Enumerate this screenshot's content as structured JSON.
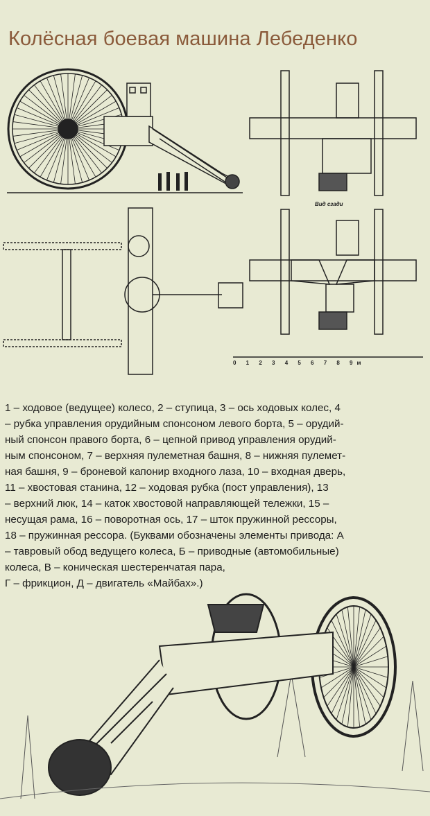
{
  "title": "Колёсная боевая машина Лебеденко",
  "diagram": {
    "scale_label": "0 1 2 3 4 5 6 7 8 9м",
    "rear_view_label": "Вид сзади"
  },
  "legend": {
    "lines": [
      "1 – ходовое (ведущее) колесо, 2 – ступица, 3 – ось ходовых колес, 4",
      "– рубка управления орудийным спонсоном левого борта, 5 – орудий-",
      "ный спонсон правого борта, 6 – цепной привод управления орудий-",
      "ным спонсоном, 7 – верхняя пулеметная башня, 8 – нижняя пулемет-",
      "ная башня, 9 – броневой капонир входного лаза, 10 – входная дверь,",
      "11 – хвостовая станина, 12 – ходовая рубка (пост управления), 13",
      "– верхний люк, 14 – каток хвостовой направляющей тележки, 15 –",
      "несущая рама, 16 – поворотная ось, 17 – шток пружинной рессоры,",
      "18 – пружинная рессора. (Буквами обозначены элементы привода: А",
      "– тавровый обод ведущего колеса, Б – приводные (автомобильные)",
      "колеса, В – коническая шестеренчатая пара,",
      "Г – фрикцион, Д – двигатель «Майбах».)"
    ]
  },
  "colors": {
    "background": "#e8ead3",
    "title": "#8a5a3a",
    "ink": "#1d1d1d"
  }
}
